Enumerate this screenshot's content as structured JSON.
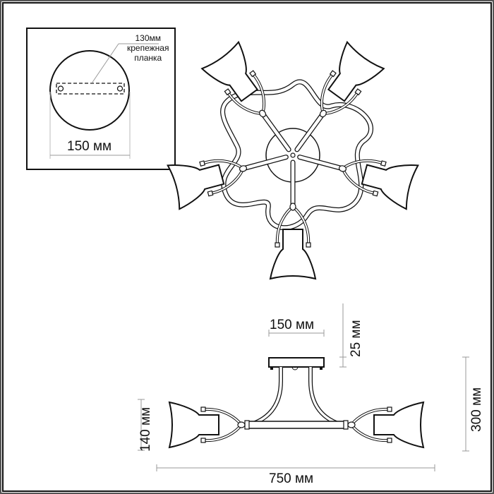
{
  "drawing": {
    "inset": {
      "bracket_label_line1": "130мм",
      "bracket_label_line2": "крепежная",
      "bracket_label_line3": "планка",
      "base_diameter": "150 мм"
    },
    "top_view": {
      "arms": 5
    },
    "side_view": {
      "canopy_width": "150 мм",
      "canopy_height": "25 мм",
      "total_height": "300 мм",
      "shade_height": "140 мм",
      "total_width": "750 мм"
    },
    "colors": {
      "line": "#111111",
      "dimension_line": "#999999",
      "frame_outer": "#555555"
    }
  }
}
